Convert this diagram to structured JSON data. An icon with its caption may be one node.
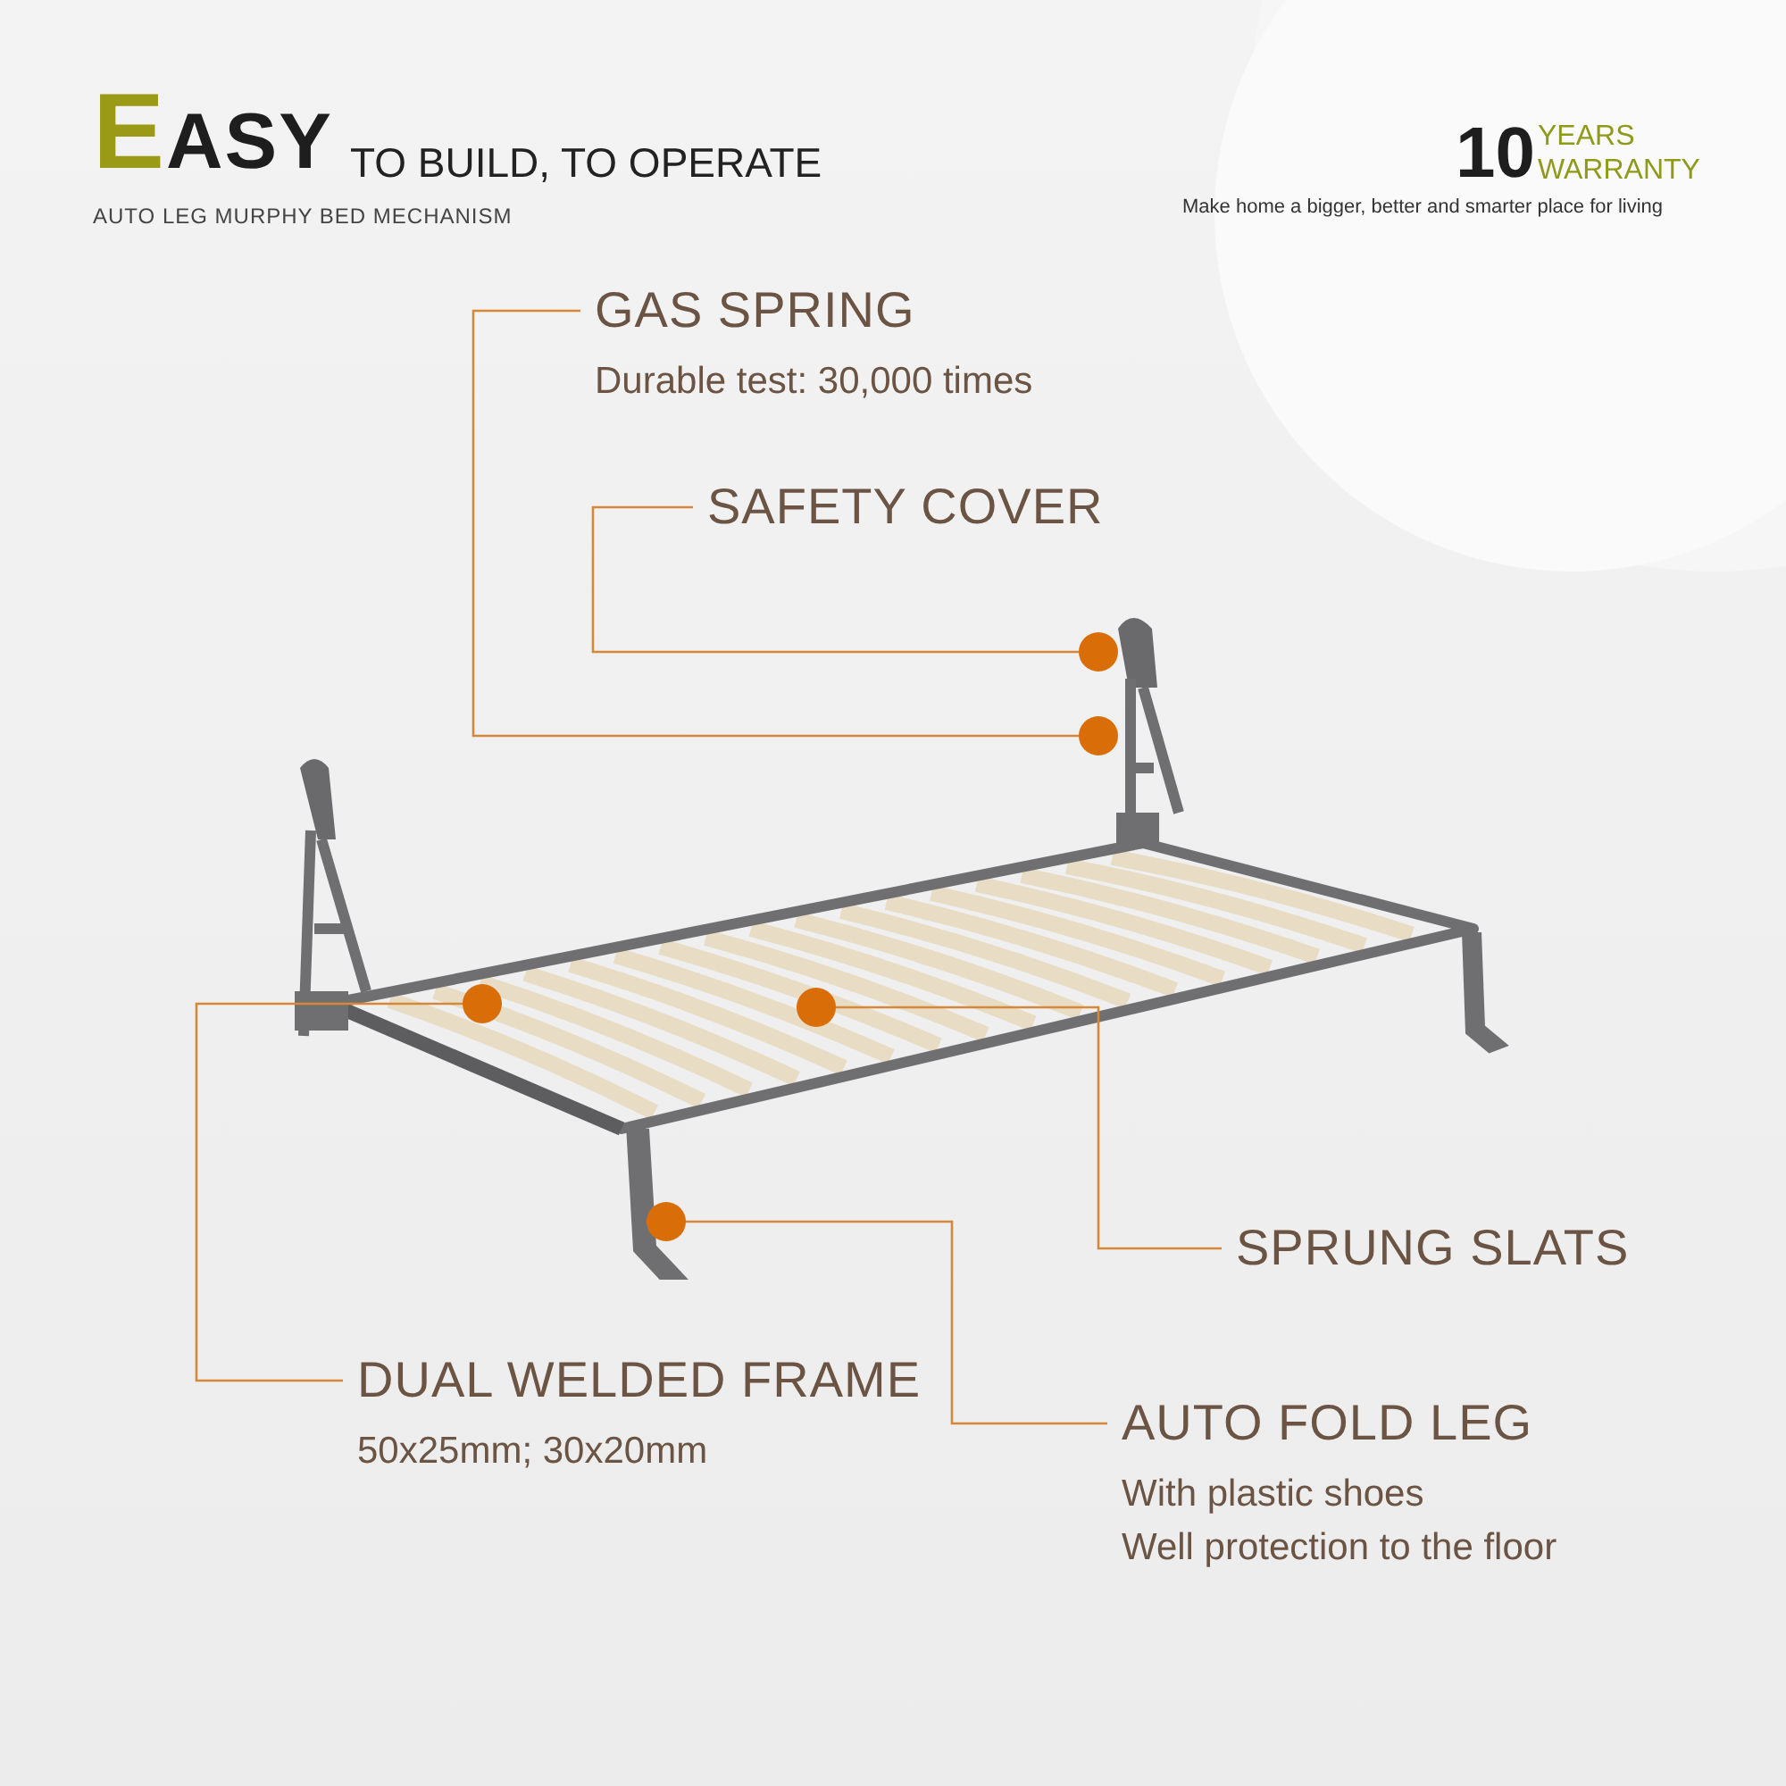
{
  "diagram": {
    "nodes": [
      {
        "text": [
          "GAS SPRING",
          "Durable test: 30,000 times"
        ]
      },
      {
        "text": [
          "SAFETY COVER"
        ]
      },
      {
        "text": [
          "SPRUNG SLATS"
        ]
      },
      {
        "text": [
          "DUAL WELDED FRAME",
          "50x25mm; 30x20mm"
        ]
      },
      {
        "text": [
          "AUTO FOLD LEG",
          "With plastic shoes",
          "Well protection to the floor"
        ]
      },
      {
        "text": [],
        "shape": "circle"
      },
      {
        "text": [],
        "shape": "circle"
      },
      {
        "text": [],
        "shape": "circle"
      },
      {
        "text": [],
        "shape": "circle"
      },
      {
        "text": [],
        "shape": "circle"
      }
    ],
    "edges": [
      {
        "from": 0,
        "to": 6,
        "arrow": "none"
      },
      {
        "from": 1,
        "to": 5,
        "arrow": "none"
      },
      {
        "from": 2,
        "to": 8,
        "arrow": "none"
      },
      {
        "from": 3,
        "to": 7,
        "arrow": "none"
      },
      {
        "from": 4,
        "to": 9,
        "arrow": "none"
      }
    ],
    "labels": [
      "EASY",
      "TO BUILD, TO OPERATE",
      "AUTO LEG MURPHY BED MECHANISM",
      "10",
      "YEARS WARRANTY",
      "Make home a bigger, better and smarter place for living"
    ]
  }
}
